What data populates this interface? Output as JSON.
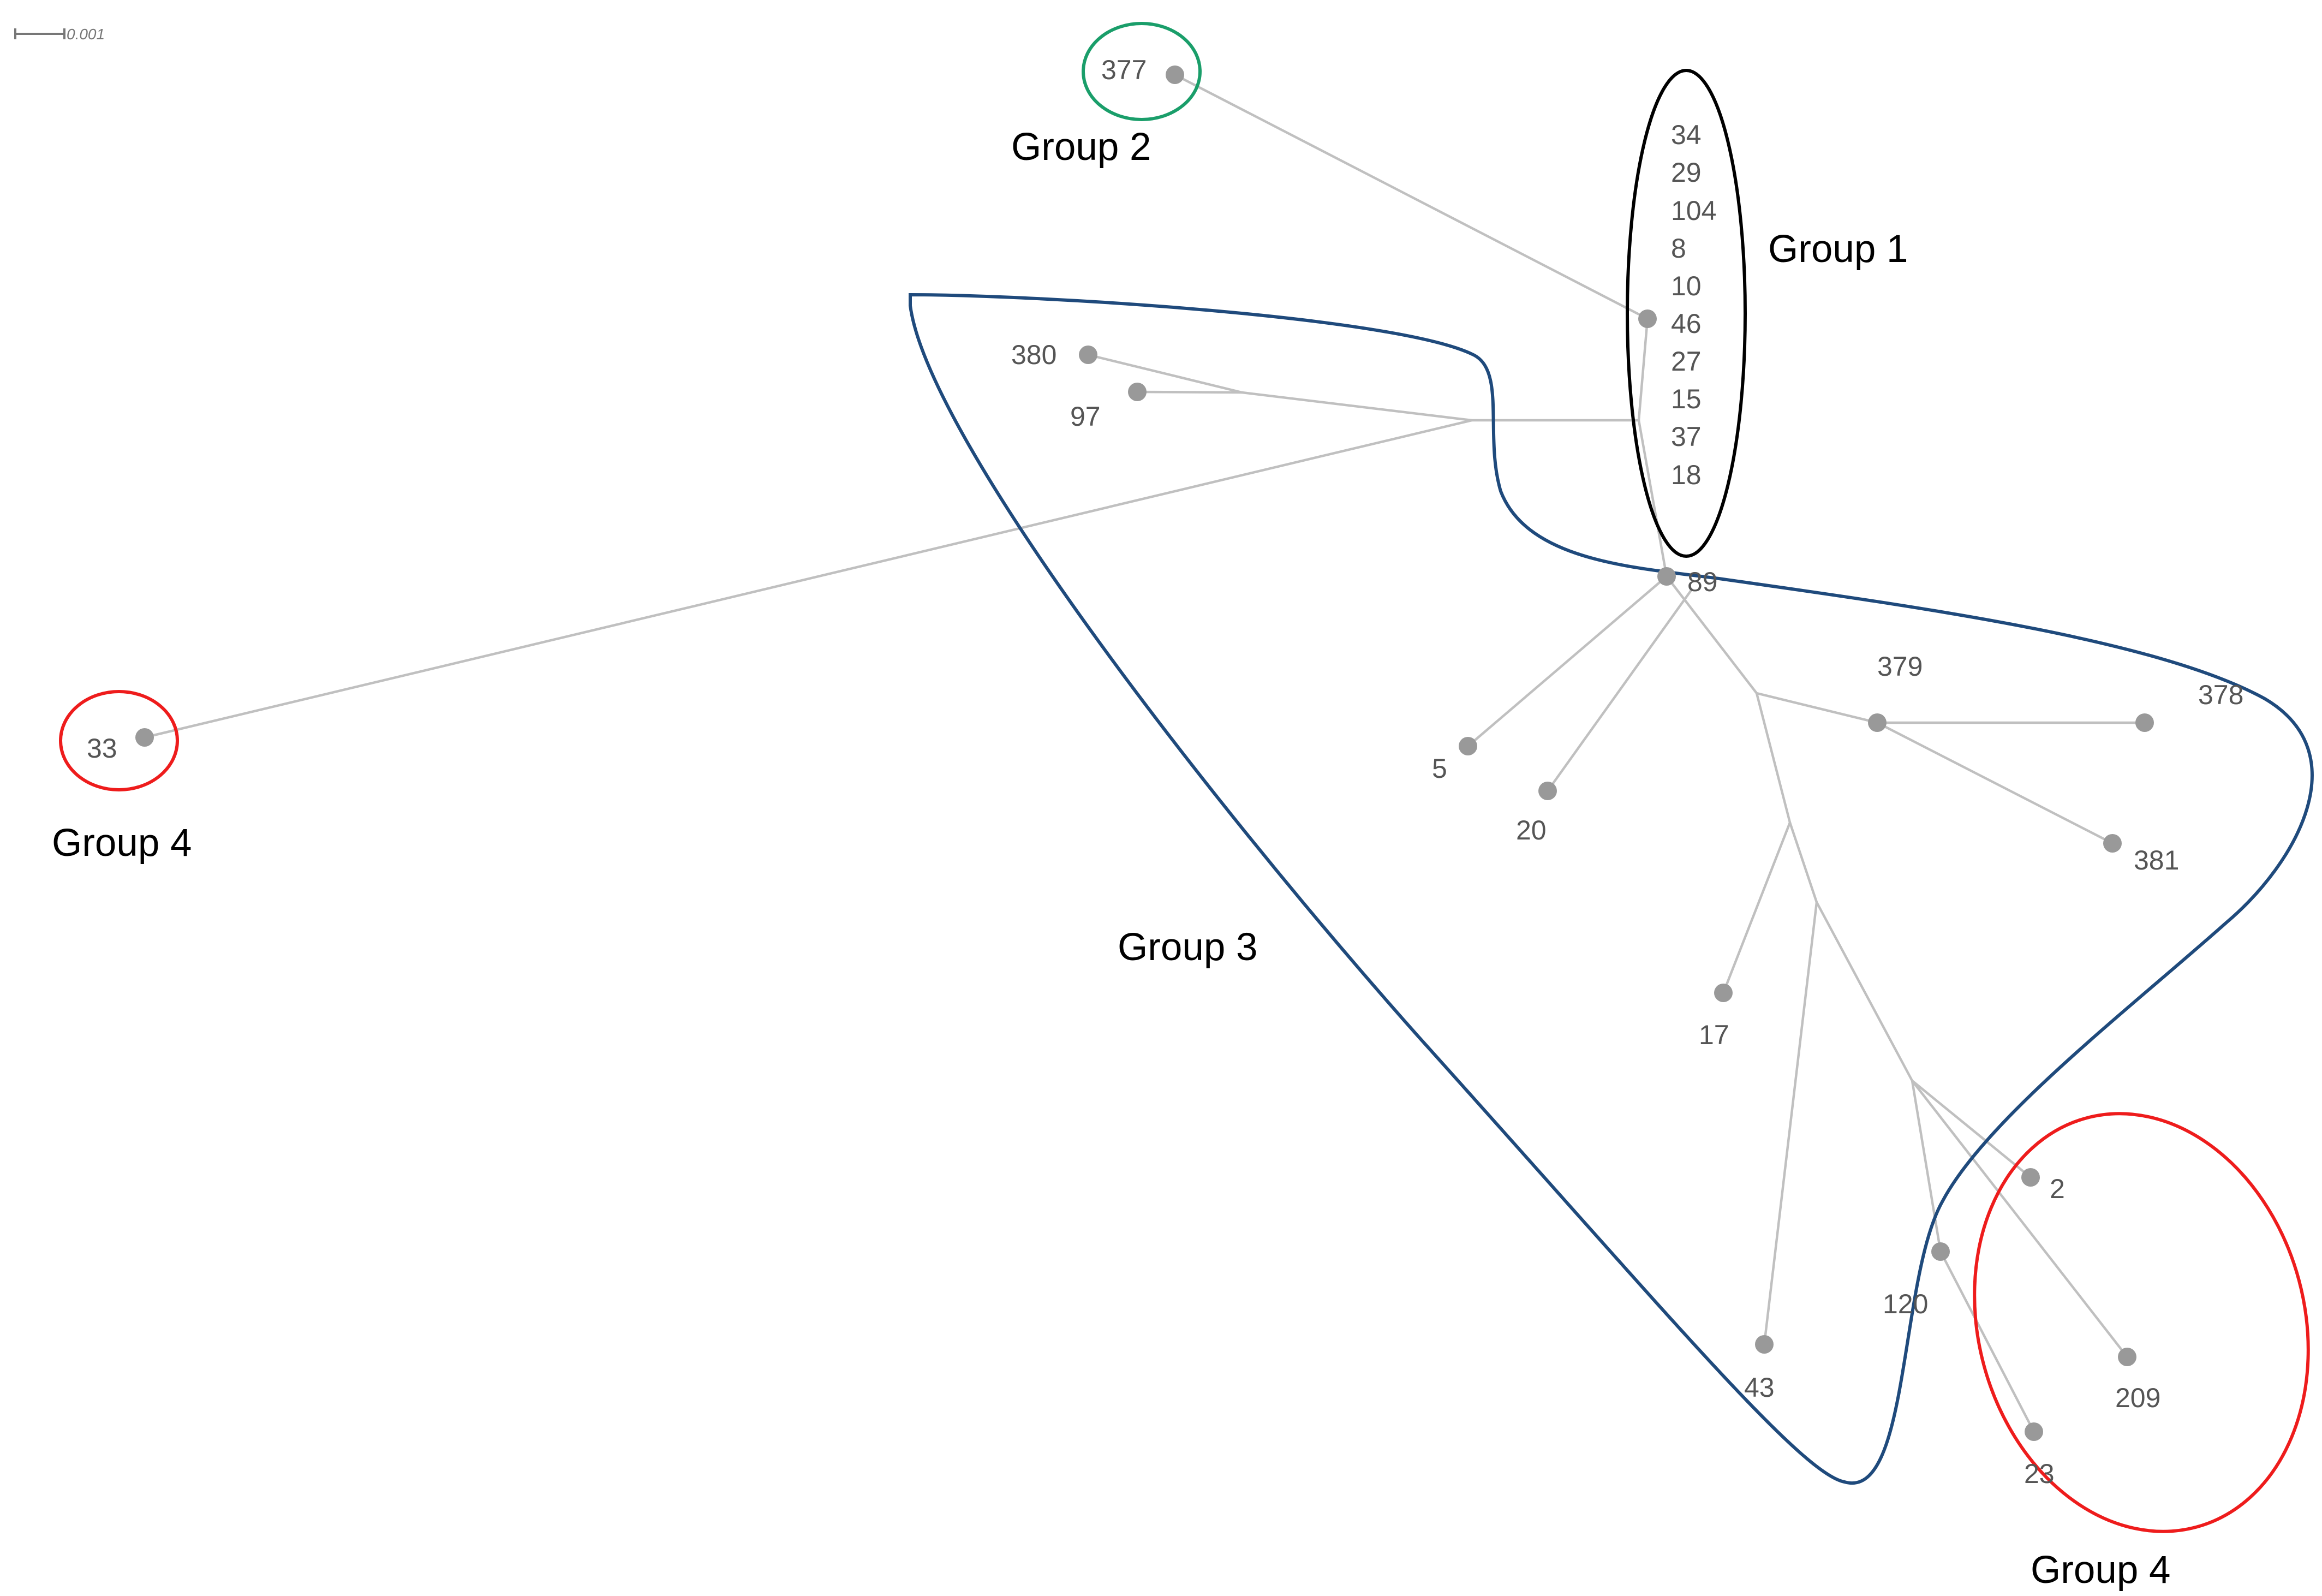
{
  "scale_bar": {
    "label": "0.001"
  },
  "groups": {
    "group1": {
      "label": "Group 1",
      "color": "#000000",
      "members": [
        "34",
        "29",
        "104",
        "8",
        "10",
        "46",
        "27",
        "15",
        "37",
        "18"
      ]
    },
    "group2": {
      "label": "Group 2",
      "color": "#1a9e6a"
    },
    "group3": {
      "label": "Group 3",
      "color": "#1f4a7c"
    },
    "group4_left": {
      "label": "Group 4",
      "color": "#ee1c1c"
    },
    "group4_right": {
      "label": "Group 4",
      "color": "#ee1c1c"
    }
  },
  "leaves": {
    "n377": "377",
    "n380": "380",
    "n97": "97",
    "n33": "33",
    "n89": "89",
    "n379": "379",
    "n378": "378",
    "n381": "381",
    "n5": "5",
    "n20": "20",
    "n17": "17",
    "n2": "2",
    "n120": "120",
    "n43": "43",
    "n209": "209",
    "n23": "23"
  },
  "colors": {
    "branch": "#c0c0c0",
    "node": "#999999"
  }
}
